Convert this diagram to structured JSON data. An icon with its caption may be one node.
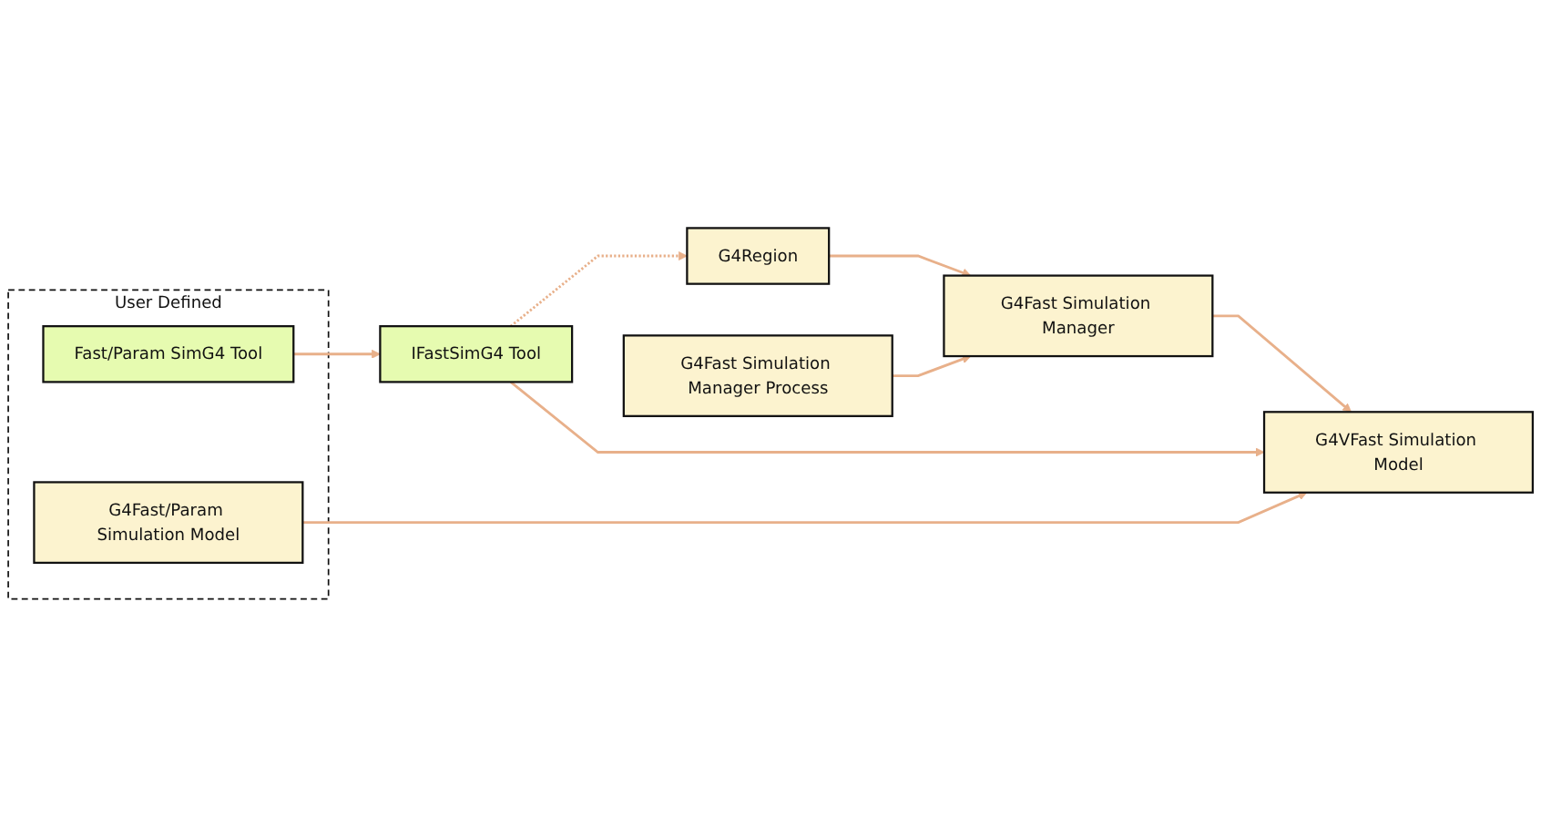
{
  "diagram": {
    "nodes": [
      {
        "text": [
          "G4Region"
        ]
      },
      {
        "text": [
          "G4Fast Simulation Manager Process"
        ]
      },
      {
        "text": [
          "G4Fast Simulation Manager"
        ]
      },
      {
        "text": [
          "G4VFast Simulation Model"
        ]
      },
      {
        "text": [
          "IFastSimG4 Tool"
        ]
      },
      {
        "text": [
          "User Defined"
        ]
      },
      {
        "text": [
          "G4Fast/Param Simulation Model"
        ],
        "in": 5
      },
      {
        "text": [
          "Fast/Param SimG4 Tool"
        ],
        "in": 5
      }
    ],
    "edges": [
      {
        "from": 4,
        "to": 0,
        "arrow": "to",
        "style": "dashed"
      },
      {
        "from": 0,
        "to": 2,
        "arrow": "to"
      },
      {
        "from": 1,
        "to": 2,
        "arrow": "to"
      },
      {
        "from": 2,
        "to": 3,
        "arrow": "to"
      },
      {
        "from": 4,
        "to": 3,
        "arrow": "to"
      },
      {
        "from": 6,
        "to": 3,
        "arrow": "to"
      },
      {
        "from": 7,
        "to": 4,
        "arrow": "to"
      }
    ]
  }
}
